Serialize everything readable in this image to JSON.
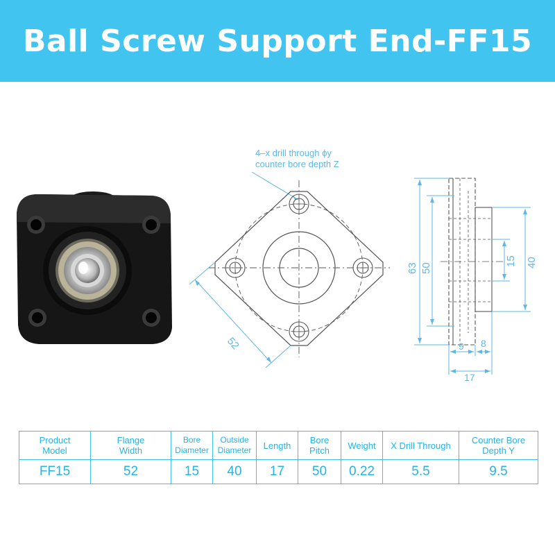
{
  "banner": {
    "title": "Ball Screw Support End-FF15",
    "background": "#41c4ef"
  },
  "drawing": {
    "note_line1": "4–x drill through ϕy",
    "note_line2": "counter bore depth Z",
    "flange_width": "52",
    "side_overall_height": "63",
    "side_bore_pitch": "50",
    "side_bore_diameter": "15",
    "side_outside_diameter": "40",
    "side_flange_thickness": "9",
    "side_boss_length": "8",
    "side_total_length": "17"
  },
  "table": {
    "headers": [
      [
        "Product",
        "Model"
      ],
      [
        "Flange",
        "Width"
      ],
      [
        "Bore",
        "Diameter"
      ],
      [
        "Outside",
        "Diameter"
      ],
      [
        "Length"
      ],
      [
        "Bore",
        "Pitch"
      ],
      [
        "Weight"
      ],
      [
        "X Drill Through"
      ],
      [
        "Counter Bore",
        "Depth Y"
      ]
    ],
    "row": [
      "FF15",
      "52",
      "15",
      "40",
      "17",
      "50",
      "0.22",
      "5.5",
      "9.5"
    ],
    "accent": "#3ec0ec"
  }
}
